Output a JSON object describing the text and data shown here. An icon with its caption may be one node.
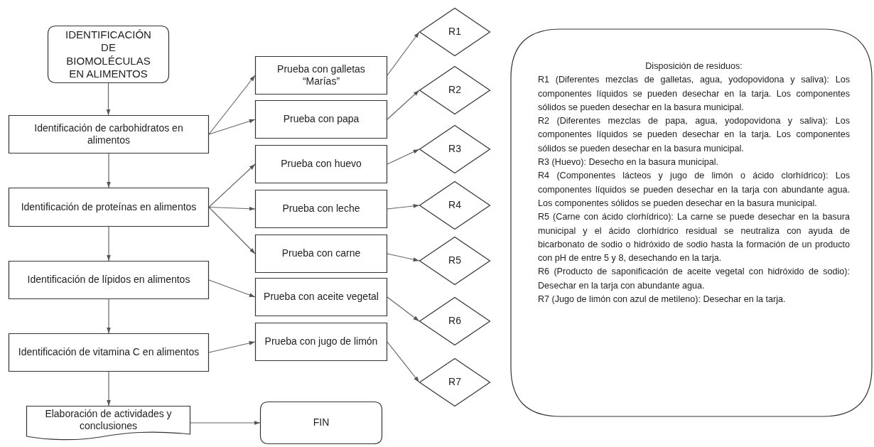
{
  "diagram": {
    "nodes": [
      {
        "text": [
          "IDENTIFICACIÓN DE BIOMOLÉCULAS EN ALIMENTOS"
        ]
      },
      {
        "text": [
          "Identificación de carbohidratos en alimentos"
        ]
      },
      {
        "text": [
          "Identificación de proteínas en alimentos"
        ]
      },
      {
        "text": [
          "Identificación de lípidos en alimentos"
        ]
      },
      {
        "text": [
          "Identificación de vitamina C en alimentos"
        ]
      },
      {
        "text": [
          "Elaboración de actividades y conclusiones"
        ]
      },
      {
        "text": [
          "FIN"
        ]
      },
      {
        "text": [
          "Prueba con galletas “Marías”"
        ]
      },
      {
        "text": [
          "Prueba con papa"
        ]
      },
      {
        "text": [
          "Prueba con huevo"
        ]
      },
      {
        "text": [
          "Prueba con leche"
        ]
      },
      {
        "text": [
          "Prueba con carne"
        ]
      },
      {
        "text": [
          "Prueba con aceite vegetal"
        ]
      },
      {
        "text": [
          "Prueba con jugo de limón"
        ]
      },
      {
        "text": [
          "R1"
        ]
      },
      {
        "text": [
          "R2"
        ]
      },
      {
        "text": [
          "R3"
        ]
      },
      {
        "text": [
          "R4"
        ]
      },
      {
        "text": [
          "R5"
        ]
      },
      {
        "text": [
          "R6"
        ]
      },
      {
        "text": [
          "R7"
        ]
      },
      {
        "text": [
          "Disposición de residuos:",
          "R1 (Diferentes mezclas de galletas, agua, yodopovidona y saliva): Los componentes líquidos se pueden desechar en la tarja. Los componentes sólidos se pueden desechar en la basura municipal.",
          "R2 (Diferentes mezclas de papa, agua, yodopovidona y saliva): Los componentes líquidos se pueden desechar en la tarja. Los componentes sólidos se pueden desechar en la basura municipal.",
          "R3 (Huevo): Desecho en la basura municipal.",
          "R4 (Componentes lácteos y jugo de limón o ácido clorhídrico): Los componentes líquidos se pueden desechar en la tarja con abundante agua. Los componentes sólidos se pueden desechar en la basura municipal.",
          "R5 (Carne con ácido clorhídrico): La carne se puede desechar en la basura municipal y el ácido clorhídrico residual se neutraliza con ayuda de bicarbonato de sodio o hidróxido de sodio hasta la formación de un producto con pH de entre 5 y 8, desechando en la tarja.",
          "R6 (Producto de saponificación de aceite vegetal con hidróxido de sodio): Desechar en la tarja con abundante agua.",
          "R7 (Jugo de limón con azul de metileno): Desechar en la tarja."
        ]
      }
    ],
    "edges": [
      {
        "from": 0,
        "to": 1,
        "arrow": "to"
      },
      {
        "from": 1,
        "to": 2,
        "arrow": "to"
      },
      {
        "from": 2,
        "to": 3,
        "arrow": "to"
      },
      {
        "from": 3,
        "to": 4,
        "arrow": "to"
      },
      {
        "from": 4,
        "to": 5,
        "arrow": "to"
      },
      {
        "from": 5,
        "to": 6,
        "arrow": "to"
      },
      {
        "from": 1,
        "to": 7,
        "arrow": "to"
      },
      {
        "from": 1,
        "to": 8,
        "arrow": "to"
      },
      {
        "from": 2,
        "to": 9,
        "arrow": "to"
      },
      {
        "from": 2,
        "to": 10,
        "arrow": "to"
      },
      {
        "from": 2,
        "to": 11,
        "arrow": "to"
      },
      {
        "from": 3,
        "to": 12,
        "arrow": "to"
      },
      {
        "from": 4,
        "to": 13,
        "arrow": "to"
      },
      {
        "from": 7,
        "to": 14,
        "arrow": "to"
      },
      {
        "from": 8,
        "to": 15,
        "arrow": "to"
      },
      {
        "from": 9,
        "to": 16,
        "arrow": "to"
      },
      {
        "from": 10,
        "to": 17,
        "arrow": "to"
      },
      {
        "from": 11,
        "to": 18,
        "arrow": "to"
      },
      {
        "from": 12,
        "to": 19,
        "arrow": "to"
      },
      {
        "from": 13,
        "to": 20,
        "arrow": "to"
      }
    ]
  }
}
